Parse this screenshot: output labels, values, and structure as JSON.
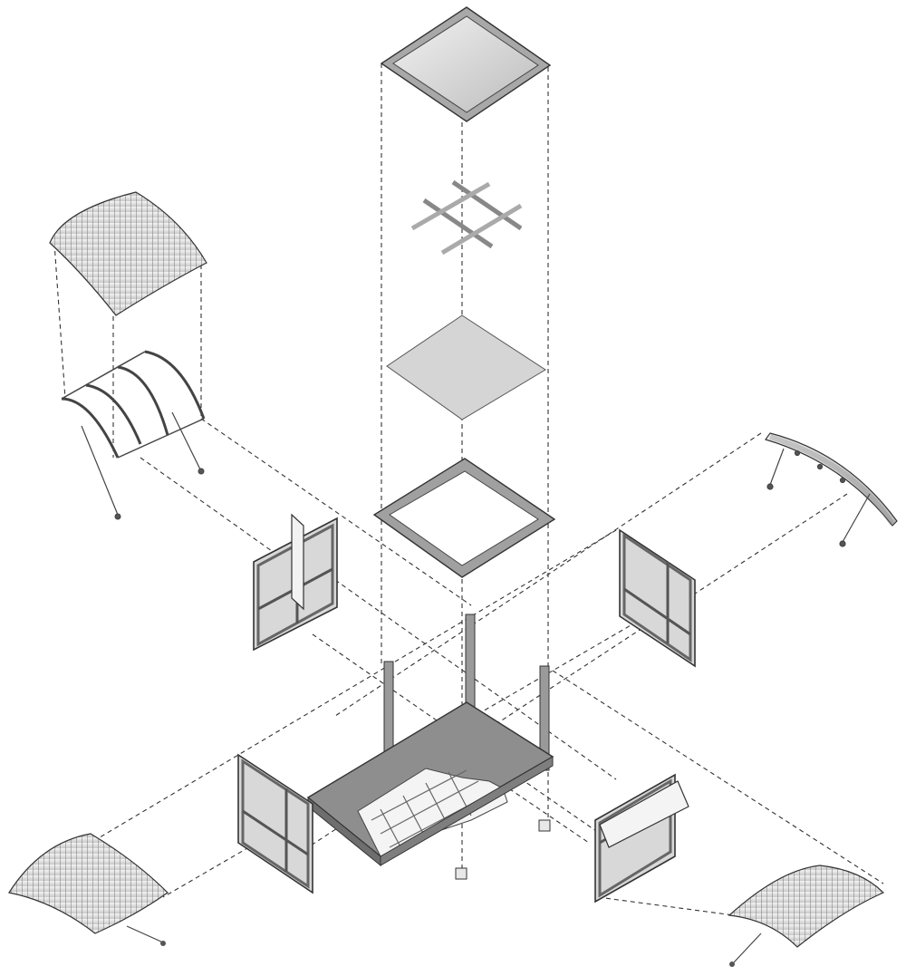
{
  "colors": {
    "background": "#ffffff",
    "line": "#3a3a3a",
    "panel_fill": "#d9d9d9",
    "panel_light": "#eeeeee",
    "frame_fill": "#9a9a9a",
    "floor_dark": "#8e8e8e"
  },
  "parts": [
    "roof-panel-frame",
    "roof-grid-beams",
    "roof-glass-sheet",
    "roof-ring-frame",
    "corner-posts",
    "floor-base",
    "wall-panel-door",
    "wall-panel-right",
    "wall-panel-front-left",
    "wall-panel-window-front-right",
    "canopy-top-left",
    "canopy-frame-top-left",
    "canopy-right",
    "canopy-front-left",
    "canopy-front-right",
    "foot-blocks"
  ]
}
